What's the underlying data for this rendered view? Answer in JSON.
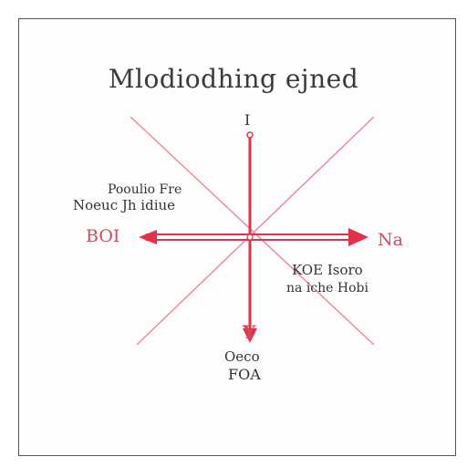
{
  "diagram": {
    "title": "Mlodiodhing ejned",
    "top_label": "I",
    "left_label": "BOI",
    "right_label": "Na",
    "bottom_arrow_label": "Y",
    "upper_left_note": {
      "line1": "Pooulio Fre",
      "line2": "Noeuc Jh idiue"
    },
    "lower_right_note": {
      "line1": "KOE Isoro",
      "line2": "na iche Hobi"
    },
    "bottom_note": {
      "line1": "Oeco",
      "line2": "FOA"
    }
  },
  "colors": {
    "accent": "#e0324a",
    "diagonal": "#f08a96",
    "border": "#555555",
    "text": "#333333"
  }
}
